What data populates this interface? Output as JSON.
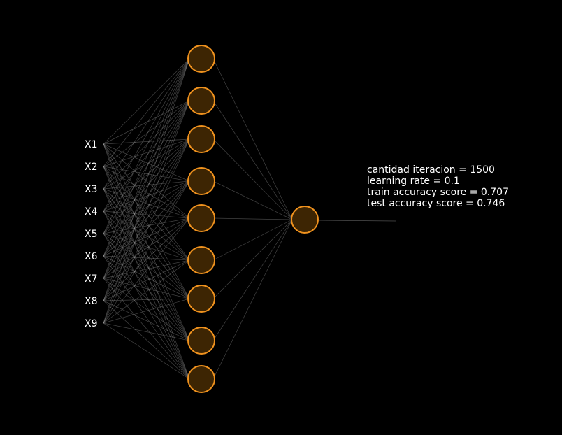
{
  "colors": {
    "background": "#000000",
    "neuron_fill": "#3d2503",
    "neuron_stroke": "#f0921e",
    "edge": "#b0b0b0",
    "text": "#ffffff"
  },
  "network": {
    "inputs": [
      "X1",
      "X2",
      "X3",
      "X4",
      "X5",
      "X6",
      "X7",
      "X8",
      "X9"
    ],
    "hidden_neuron_count": 9,
    "output_neuron_count": 1
  },
  "info": {
    "iterations": "cantidad iteracion = 1500",
    "learning_rate": "learning rate = 0.1",
    "train_accuracy": "train accuracy score = 0.707",
    "test_accuracy": "test accuracy score = 0.746"
  }
}
